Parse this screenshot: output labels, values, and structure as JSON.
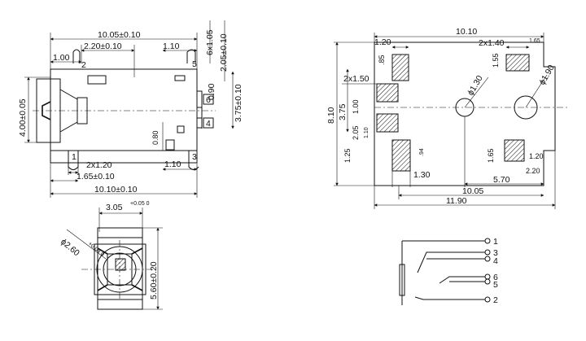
{
  "side_view": {
    "overall_length": "10.05±0.10",
    "pin_offset": "2.20±0.10",
    "left_step": "1.00",
    "right_gap": "1.10",
    "pin_width_top": "6x1.05",
    "pin_span": "2.05±0.10",
    "small_gap": "0.90",
    "pin_pitch": "3.75±0.10",
    "body_height": "4.00±0.05",
    "inner_height": "0.80",
    "pin_width_bottom": "2x1.20",
    "pin1_offset": "1.65±0.10",
    "base_length": "10.10±0.10",
    "bottom_gap": "1.10",
    "pins": [
      "2",
      "5",
      "6",
      "4",
      "1",
      "3"
    ]
  },
  "front_view": {
    "width": "3.05",
    "width_tol": "+0.05 0",
    "hole": "ϕ2.60",
    "hole_tol": "+0.04 0",
    "height": "5.60±0.20"
  },
  "footprint": {
    "total_width": "10.10",
    "pad_left": "1.20",
    "pad_pair": "2x1.40",
    "small_top": "1.65",
    "pad_h_top_left": ".85",
    "pad_h_top_right": "1.55",
    "hole_big": "ϕ1.90",
    "pad_pair_left": "2x1.50",
    "hole_small": "ϕ1.30",
    "total_height": "8.10",
    "left_3_75": "3.75",
    "left_1_00": "1.00",
    "left_2_05": "2.05",
    "left_1_10": "1.10",
    "left_1_25": "1.25",
    "pad_h_94": ".94",
    "pad_w_1_30": "1.30",
    "bottom_1_65": "1.65",
    "bottom_1_20": "1.20",
    "bottom_2_20": "2.20",
    "bottom_5_70": "5.70",
    "bottom_10_05": "10.05",
    "bottom_11_90": "11.90"
  },
  "schematic": {
    "pins": [
      "1",
      "3",
      "4",
      "6",
      "5",
      "2"
    ]
  }
}
